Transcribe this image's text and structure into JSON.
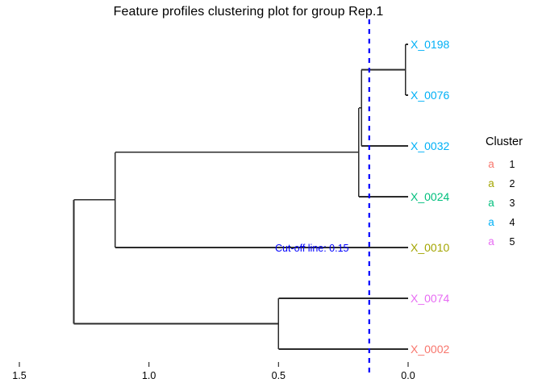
{
  "title": "Feature profiles clustering plot for group Rep.1",
  "chart_data": {
    "type": "dendrogram",
    "title": "Feature profiles clustering plot for group Rep.1",
    "xlabel": "",
    "ylabel": "",
    "axis_reversed": true,
    "xlim": [
      1.5,
      0.0
    ],
    "xticks": [
      {
        "value": "1.5",
        "height": 1.5
      },
      {
        "value": "1.0",
        "height": 1.0
      },
      {
        "value": "0.5",
        "height": 0.5
      },
      {
        "value": "0.0",
        "height": 0.0
      }
    ],
    "grid": false,
    "cutoff": {
      "label": "Cut-off line: 0.15",
      "value": 0.15,
      "color": "#0000FF",
      "style": "dashed"
    },
    "leaves": [
      {
        "label": "X_0198",
        "cluster": 4,
        "color": "#00B0F6",
        "order": 1
      },
      {
        "label": "X_0076",
        "cluster": 4,
        "color": "#00B0F6",
        "order": 2
      },
      {
        "label": "X_0032",
        "cluster": 4,
        "color": "#00B0F6",
        "order": 3
      },
      {
        "label": "X_0024",
        "cluster": 3,
        "color": "#00BF7D",
        "order": 4
      },
      {
        "label": "X_0010",
        "cluster": 2,
        "color": "#A3A500",
        "order": 5
      },
      {
        "label": "X_0074",
        "cluster": 5,
        "color": "#E76BF3",
        "order": 6
      },
      {
        "label": "X_0002",
        "cluster": 1,
        "color": "#F8766D",
        "order": 7
      }
    ],
    "merges": [
      {
        "id": "m1",
        "children": [
          "X_0198",
          "X_0076"
        ],
        "height": 0.01
      },
      {
        "id": "m2",
        "children": [
          "m1",
          "X_0032"
        ],
        "height": 0.18
      },
      {
        "id": "m3",
        "children": [
          "m2",
          "X_0024"
        ],
        "height": 0.19
      },
      {
        "id": "m4",
        "children": [
          "m3",
          "X_0010"
        ],
        "height": 1.13
      },
      {
        "id": "m5",
        "children": [
          "X_0074",
          "X_0002"
        ],
        "height": 0.5
      },
      {
        "id": "m6",
        "children": [
          "m4",
          "m5"
        ],
        "height": 1.29
      }
    ],
    "branch_color": "#2B2B2B"
  },
  "legend": {
    "title": "Cluster",
    "key_glyph": "a",
    "items": [
      {
        "label": "1",
        "color": "#F8766D"
      },
      {
        "label": "2",
        "color": "#A3A500"
      },
      {
        "label": "3",
        "color": "#00BF7D"
      },
      {
        "label": "4",
        "color": "#00B0F6"
      },
      {
        "label": "5",
        "color": "#E76BF3"
      }
    ]
  }
}
